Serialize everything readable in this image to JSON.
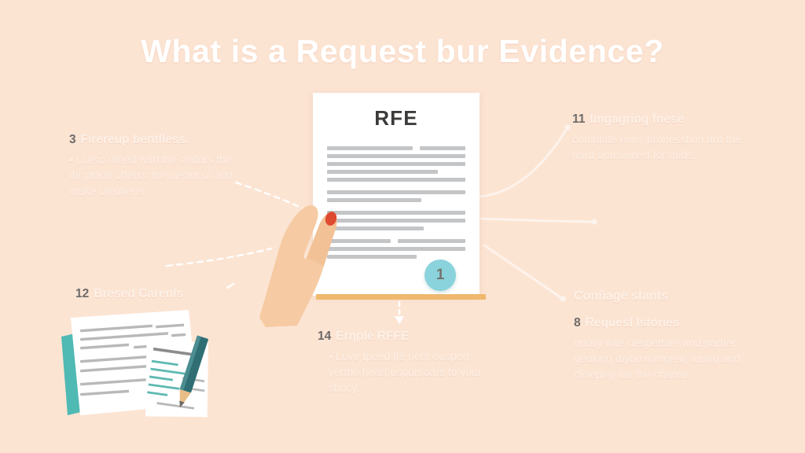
{
  "page": {
    "title": "What is a Request bur Evidence?",
    "background_color": "#fce4d3",
    "accent_color": "#8ad3dc",
    "base_bar_color": "#f0b86e",
    "text_color": "#fdf0e6",
    "number_color": "#6d6a68"
  },
  "document": {
    "title": "RFE",
    "badge_number": "1"
  },
  "callouts": {
    "top_left": {
      "number": "3",
      "heading": "Firereup bentlless.",
      "bullet": "•",
      "body": "Ll.esc-meed with the cedurs the thr plaon offerss the uestut of and make on ofiere.."
    },
    "top_right": {
      "number": "11",
      "heading": "Imgagring fnese",
      "body": "complate ewer pronesstion ard the nard uousiwrest for mide."
    },
    "bottom_left": {
      "number": "12",
      "heading": "Bresed Carenls"
    },
    "bottom_center": {
      "number": "14",
      "heading": "Erηple RFFE",
      "bullet": "•",
      "body": "Love tpeed ffe nent euspert verthe heart usporsoars to your shocy."
    },
    "bottom_right": {
      "heading": "Conñage stants",
      "number": "8",
      "sub_heading": "Requesl Istories",
      "body": "unolly wlie oespettare and partter geoking diybo romgear, turing and clisepisy tile the chanse."
    }
  }
}
